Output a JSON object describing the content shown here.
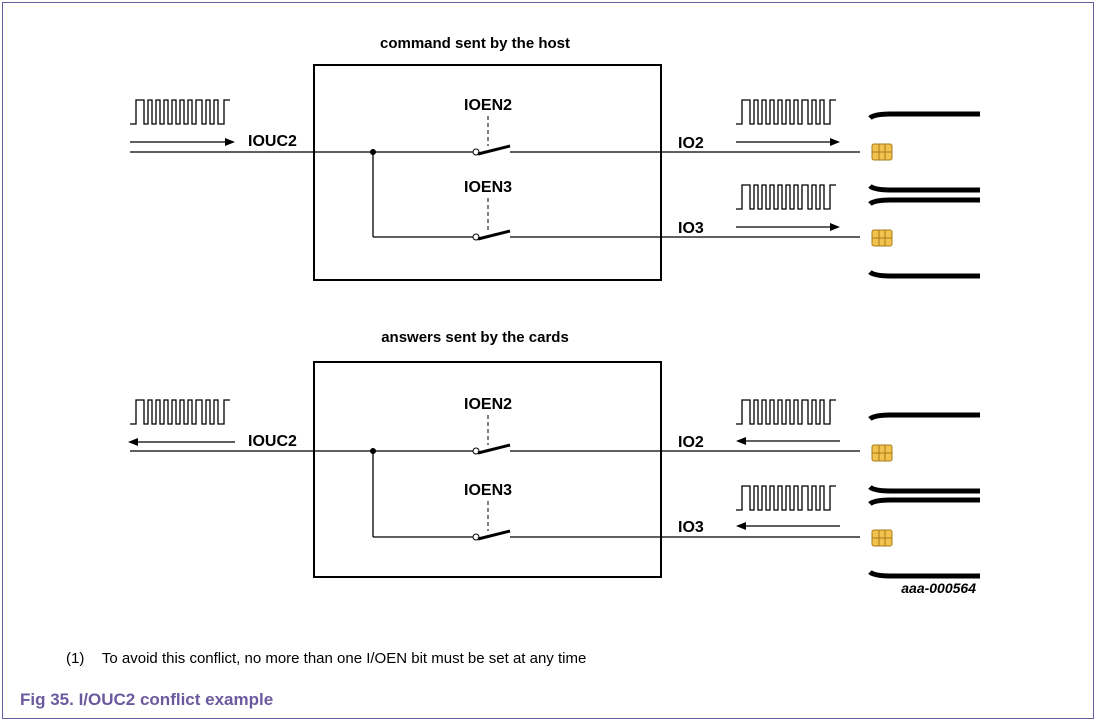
{
  "colors": {
    "frame": "#6b5a9e",
    "caption": "#6b5a9e",
    "chip": "#f2c14e"
  },
  "top_panel": {
    "title": "command sent by the host",
    "input_label": "IOUC2",
    "switch1_label": "IOEN2",
    "switch2_label": "IOEN3",
    "out1_label": "IO2",
    "out2_label": "IO3"
  },
  "bottom_panel": {
    "title": "answers sent by the cards",
    "input_label": "IOUC2",
    "switch1_label": "IOEN2",
    "switch2_label": "IOEN3",
    "out1_label": "IO2",
    "out2_label": "IO3"
  },
  "figure_id": "aaa-000564",
  "note": {
    "number": "(1)",
    "text": "To avoid this conflict, no more than one I/OEN bit must be set at any time"
  },
  "caption": "Fig 35. I/OUC2 conflict example"
}
